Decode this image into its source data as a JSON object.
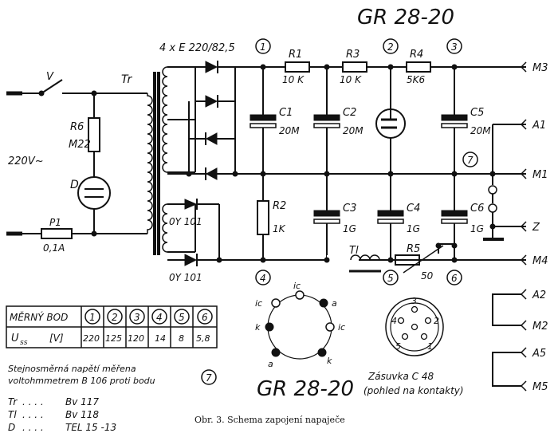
{
  "title": "GR 28-20",
  "bottom_title": "GR 28-20",
  "caption": "Obr. 3. Schema zapojení napaječe",
  "diode_bridge_label": "4 x E 220/82,5",
  "transformer_label": "Tr",
  "mains_label": "220V~",
  "switch_label": "V",
  "components": {
    "R6": {
      "name": "R6",
      "value": "M22"
    },
    "D": {
      "name": "D"
    },
    "P1": {
      "name": "P1",
      "value": "0,1A"
    },
    "R1": {
      "name": "R1",
      "value": "10 K"
    },
    "R3": {
      "name": "R3",
      "value": "10 K"
    },
    "R4": {
      "name": "R4",
      "value": "5K6"
    },
    "R2": {
      "name": "R2",
      "value": "1K"
    },
    "R5": {
      "name": "R5",
      "value": "50"
    },
    "C1": {
      "name": "C1",
      "value": "20M"
    },
    "C2": {
      "name": "C2",
      "value": "20M"
    },
    "C5": {
      "name": "C5",
      "value": "20M"
    },
    "C3": {
      "name": "C3",
      "value": "1G"
    },
    "C4": {
      "name": "C4",
      "value": "1G"
    },
    "C6": {
      "name": "C6",
      "value": "1G"
    },
    "Tl": {
      "name": "Tl"
    },
    "D1": {
      "value": "0Y 101"
    },
    "D2": {
      "value": "0Y 101"
    }
  },
  "nodes": [
    "1",
    "2",
    "3",
    "4",
    "5",
    "6",
    "7"
  ],
  "terminals": [
    "M3",
    "A1",
    "M1",
    "Z",
    "M4",
    "A2",
    "M2",
    "A5",
    "M5"
  ],
  "table": {
    "header_label": "MĚRNÝ BOD",
    "header_points": [
      "1",
      "2",
      "3",
      "4",
      "5",
      "6"
    ],
    "row_label": "U",
    "row_sub": "ss",
    "row_unit": "[V]",
    "row_values": [
      "220",
      "125",
      "120",
      "14",
      "8",
      "5,8"
    ]
  },
  "note_line1": "Stejnosměrná napětí měřena",
  "note_line2": "voltohmmetrem B 106 proti bodu",
  "note_point": "7",
  "legend": [
    {
      "key": "Tr",
      "value": "Bv 117"
    },
    {
      "key": "Tl",
      "value": "Bv 118"
    },
    {
      "key": "D",
      "value": "TEL 15 -13"
    }
  ],
  "socket_tube_pins": [
    "ic",
    "a",
    "ic",
    "k",
    "a",
    "k",
    "ic"
  ],
  "socket_label_line1": "Zásuvka  C 48",
  "socket_label_line2": "(pohled na kontakty)",
  "socket_pins": [
    "3",
    "4",
    "2",
    "5",
    "1"
  ]
}
